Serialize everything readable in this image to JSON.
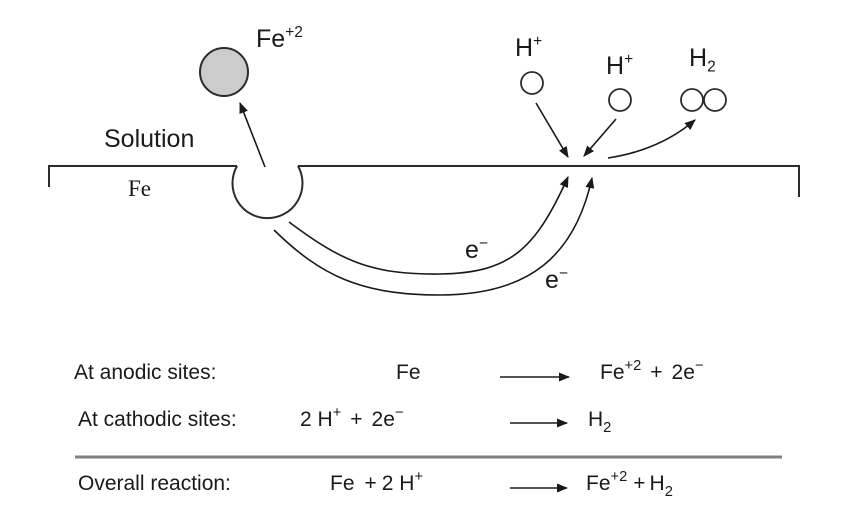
{
  "diagram": {
    "labels": {
      "solution": "Solution",
      "metal": "Fe",
      "fe_ion_base": "Fe",
      "fe_ion_charge": "+2",
      "h_ion_1_base": "H",
      "h_ion_1_charge": "+",
      "h_ion_2_base": "H",
      "h_ion_2_charge": "+",
      "h2_base": "H",
      "h2_sub": "2",
      "electron_1_base": "e",
      "electron_1_charge": "−",
      "electron_2_base": "e",
      "electron_2_charge": "−"
    },
    "colors": {
      "line": "#2b2b2b",
      "fe_ion_fill": "#cccccc",
      "separator": "#808080"
    }
  },
  "reactions": {
    "anodic": {
      "label": "At anodic sites:",
      "reactants": "Fe",
      "arrow": "→",
      "product_1_base": "Fe",
      "product_1_charge": "+2",
      "plus": "+",
      "product_2_base": "2e",
      "product_2_charge": "−"
    },
    "cathodic": {
      "label": "At cathodic sites:",
      "reactant_1_base": "2 H",
      "reactant_1_charge": "+",
      "plus": "+",
      "reactant_2_base": "2e",
      "reactant_2_charge": "−",
      "arrow": "→",
      "product_base": "H",
      "product_sub": "2"
    },
    "overall": {
      "label": "Overall reaction:",
      "reactant_1": "Fe",
      "plus_1": "+",
      "reactant_2_base": "2 H",
      "reactant_2_charge": "+",
      "arrow": "→",
      "product_1_base": "Fe",
      "product_1_charge": "+2",
      "plus_2": "+",
      "product_2_base": "H",
      "product_2_sub": "2"
    }
  }
}
